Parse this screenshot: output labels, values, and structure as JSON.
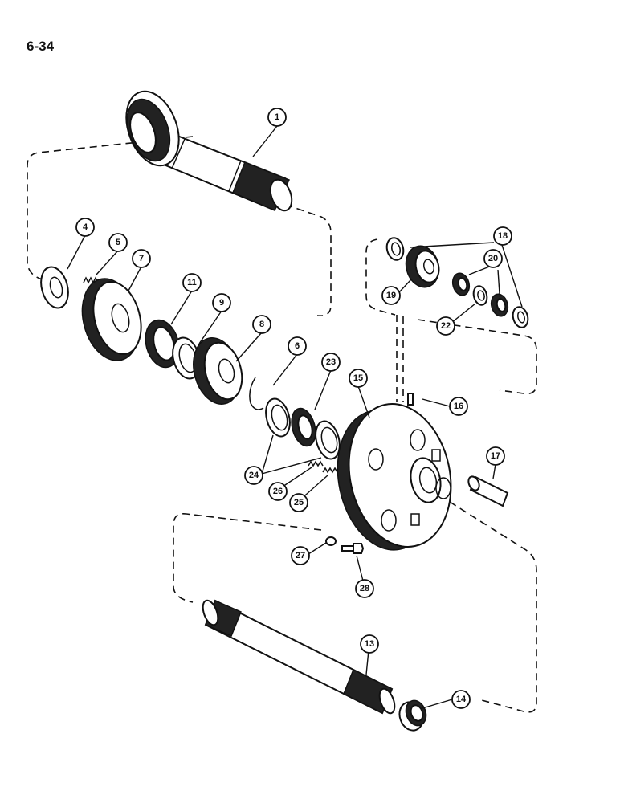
{
  "page": {
    "number": "6-34"
  },
  "callouts": [
    {
      "id": "c1",
      "label": "1"
    },
    {
      "id": "c4",
      "label": "4"
    },
    {
      "id": "c5",
      "label": "5"
    },
    {
      "id": "c7",
      "label": "7"
    },
    {
      "id": "c11",
      "label": "11"
    },
    {
      "id": "c9",
      "label": "9"
    },
    {
      "id": "c8",
      "label": "8"
    },
    {
      "id": "c6",
      "label": "6"
    },
    {
      "id": "c23",
      "label": "23"
    },
    {
      "id": "c15",
      "label": "15"
    },
    {
      "id": "c16",
      "label": "16"
    },
    {
      "id": "c17",
      "label": "17"
    },
    {
      "id": "c18",
      "label": "18"
    },
    {
      "id": "c19",
      "label": "19"
    },
    {
      "id": "c20",
      "label": "20"
    },
    {
      "id": "c22",
      "label": "22"
    },
    {
      "id": "c24",
      "label": "24"
    },
    {
      "id": "c26",
      "label": "26"
    },
    {
      "id": "c25",
      "label": "25"
    },
    {
      "id": "c27",
      "label": "27"
    },
    {
      "id": "c28",
      "label": "28"
    },
    {
      "id": "c13",
      "label": "13"
    },
    {
      "id": "c14",
      "label": "14"
    }
  ]
}
